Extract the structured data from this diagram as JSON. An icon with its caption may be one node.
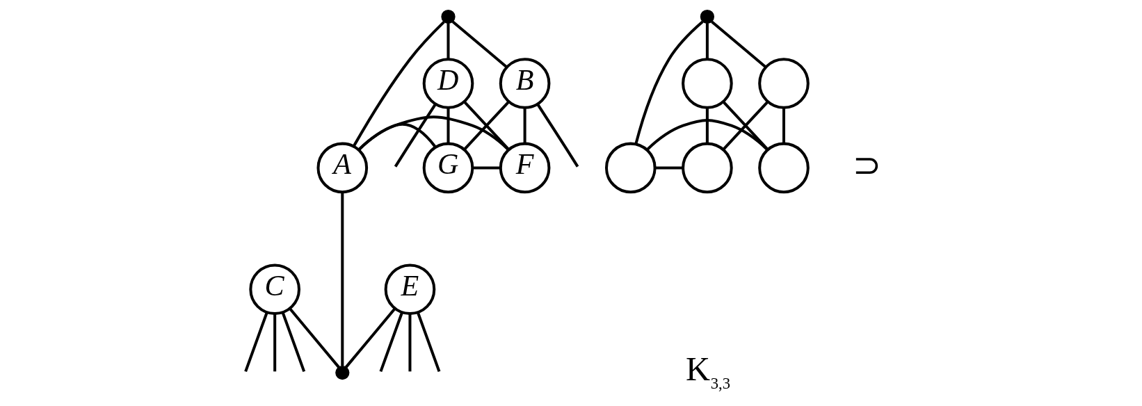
{
  "diagram": {
    "nodes": [
      {
        "text": [],
        "shape": "dot"
      },
      {
        "text": [
          "B"
        ]
      },
      {
        "text": [
          "D"
        ]
      },
      {
        "text": [
          "A"
        ]
      },
      {
        "text": [
          "G"
        ]
      },
      {
        "text": [
          "F"
        ]
      },
      {
        "text": [
          "C"
        ]
      },
      {
        "text": [
          "E"
        ]
      },
      {
        "text": [],
        "shape": "dot"
      },
      {
        "text": [],
        "shape": "dot"
      },
      {
        "text": [],
        "shape": "circle"
      },
      {
        "text": [],
        "shape": "circle"
      },
      {
        "text": [],
        "shape": "circle"
      },
      {
        "text": [],
        "shape": "circle"
      },
      {
        "text": [],
        "shape": "circle"
      }
    ],
    "edges": [
      {
        "from": 3,
        "to": 5,
        "arrow": "none"
      },
      {
        "from": 0,
        "to": 3,
        "arrow": "none"
      },
      {
        "from": 0,
        "to": 1,
        "arrow": "none"
      },
      {
        "from": 0,
        "to": 2,
        "arrow": "none"
      },
      {
        "from": 1,
        "to": 5,
        "arrow": "none"
      },
      {
        "from": 2,
        "to": 5,
        "arrow": "none"
      },
      {
        "from": 1,
        "to": 4,
        "arrow": "none"
      },
      {
        "from": 2,
        "to": 4,
        "arrow": "none"
      },
      {
        "from": 3,
        "to": 4,
        "arrow": "none"
      },
      {
        "from": 4,
        "to": 5,
        "arrow": "none"
      },
      {
        "from": 3,
        "to": 8,
        "arrow": "none"
      },
      {
        "from": 6,
        "to": 8,
        "arrow": "none"
      },
      {
        "from": 7,
        "to": 8,
        "arrow": "none"
      },
      {
        "from": 1,
        "to": null,
        "arrow": "none"
      },
      {
        "from": 2,
        "to": null,
        "arrow": "none"
      },
      {
        "from": 6,
        "to": null,
        "arrow": "none"
      },
      {
        "from": 6,
        "to": null,
        "arrow": "none"
      },
      {
        "from": 6,
        "to": null,
        "arrow": "none"
      },
      {
        "from": 7,
        "to": null,
        "arrow": "none"
      },
      {
        "from": 7,
        "to": null,
        "arrow": "none"
      },
      {
        "from": 7,
        "to": null,
        "arrow": "none"
      },
      {
        "from": 12,
        "to": 14,
        "arrow": "none"
      },
      {
        "from": 9,
        "to": 12,
        "arrow": "none"
      },
      {
        "from": 9,
        "to": 10,
        "arrow": "none"
      },
      {
        "from": 9,
        "to": 11,
        "arrow": "none"
      },
      {
        "from": 10,
        "to": 14,
        "arrow": "none"
      },
      {
        "from": 11,
        "to": 14,
        "arrow": "none"
      },
      {
        "from": 10,
        "to": 13,
        "arrow": "none"
      },
      {
        "from": 11,
        "to": 13,
        "arrow": "none"
      },
      {
        "from": 12,
        "to": 13,
        "arrow": "none"
      }
    ],
    "labels": [
      "⊃",
      "K$_{3,3}$"
    ]
  }
}
